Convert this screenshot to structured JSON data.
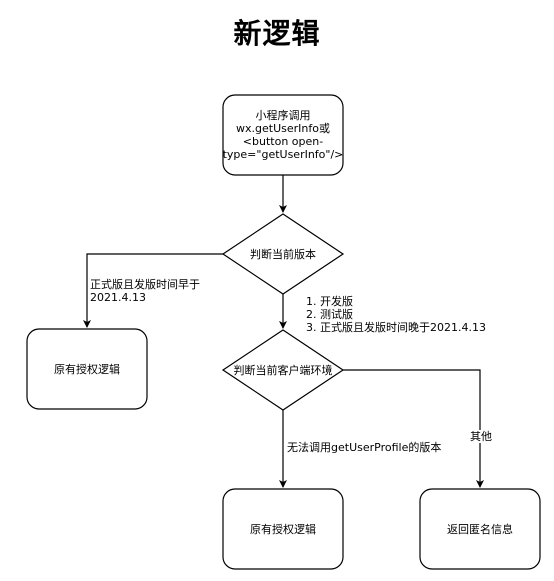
{
  "title": "新逻辑",
  "nodes": {
    "start": "小程序调用\nwx.getUserInfo或\n<button open-\ntype=\"getUserInfo\"/>",
    "decision_version": "判断当前版本",
    "legacy_auth_left": "原有授权逻辑",
    "decision_client": "判断当前客户端环境",
    "legacy_auth_bottom": "原有授权逻辑",
    "return_anonymous": "返回匿名信息"
  },
  "edges": {
    "version_early": "正式版且发版时间早于\n2021.4.13",
    "version_other": "1. 开发版\n2. 测试版\n3. 正式版且发版时间晚于2021.4.13",
    "client_no_profile": "无法调用getUserProfile的版本",
    "client_other": "其他"
  }
}
